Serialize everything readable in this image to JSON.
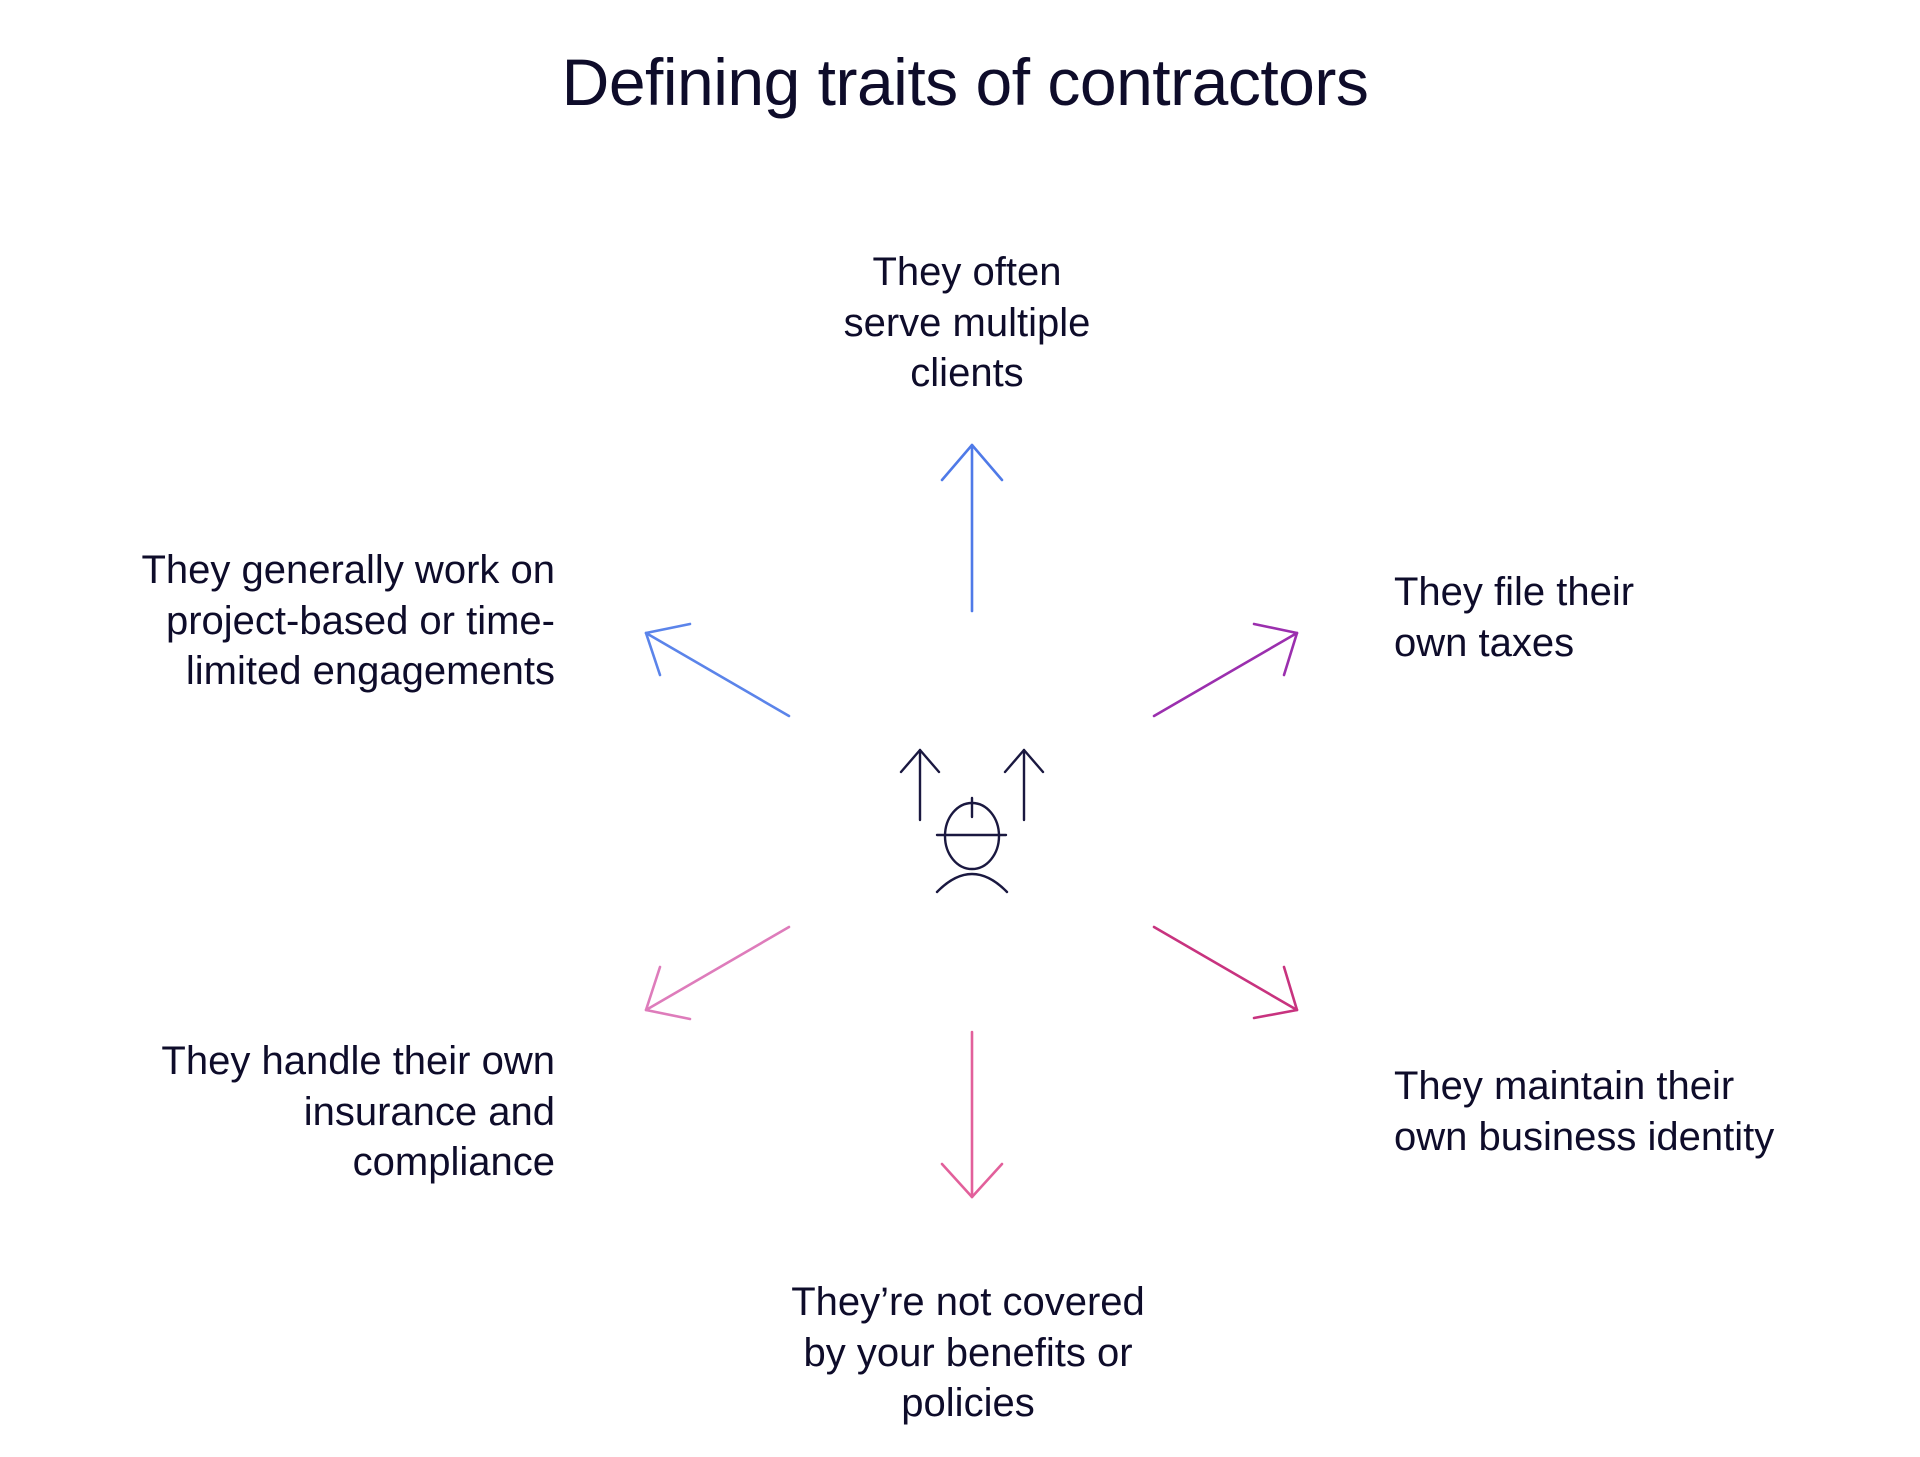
{
  "title": "Defining traits of contractors",
  "center_icon": "contractor-hardhat-with-up-arrows-icon",
  "traits": {
    "top": {
      "text": "They often\nserve multiple\nclients",
      "arrow_color": "#4f7ae8"
    },
    "upper_left": {
      "text": "They generally work on\nproject-based or time-\nlimited engagements",
      "arrow_color": "#5b84ea"
    },
    "upper_right": {
      "text": "They file their\nown taxes",
      "arrow_color": "#9b2fae"
    },
    "lower_left": {
      "text": "They handle their own\ninsurance and\ncompliance",
      "arrow_color": "#de7cbb"
    },
    "lower_right": {
      "text": "They maintain their\nown business identity",
      "arrow_color": "#c8337f"
    },
    "bottom": {
      "text": "They’re not covered\nby your benefits or\npolicies",
      "arrow_color": "#e2609b"
    }
  },
  "colors": {
    "text": "#0e0c2a",
    "icon": "#1a1840",
    "background": "#ffffff"
  }
}
